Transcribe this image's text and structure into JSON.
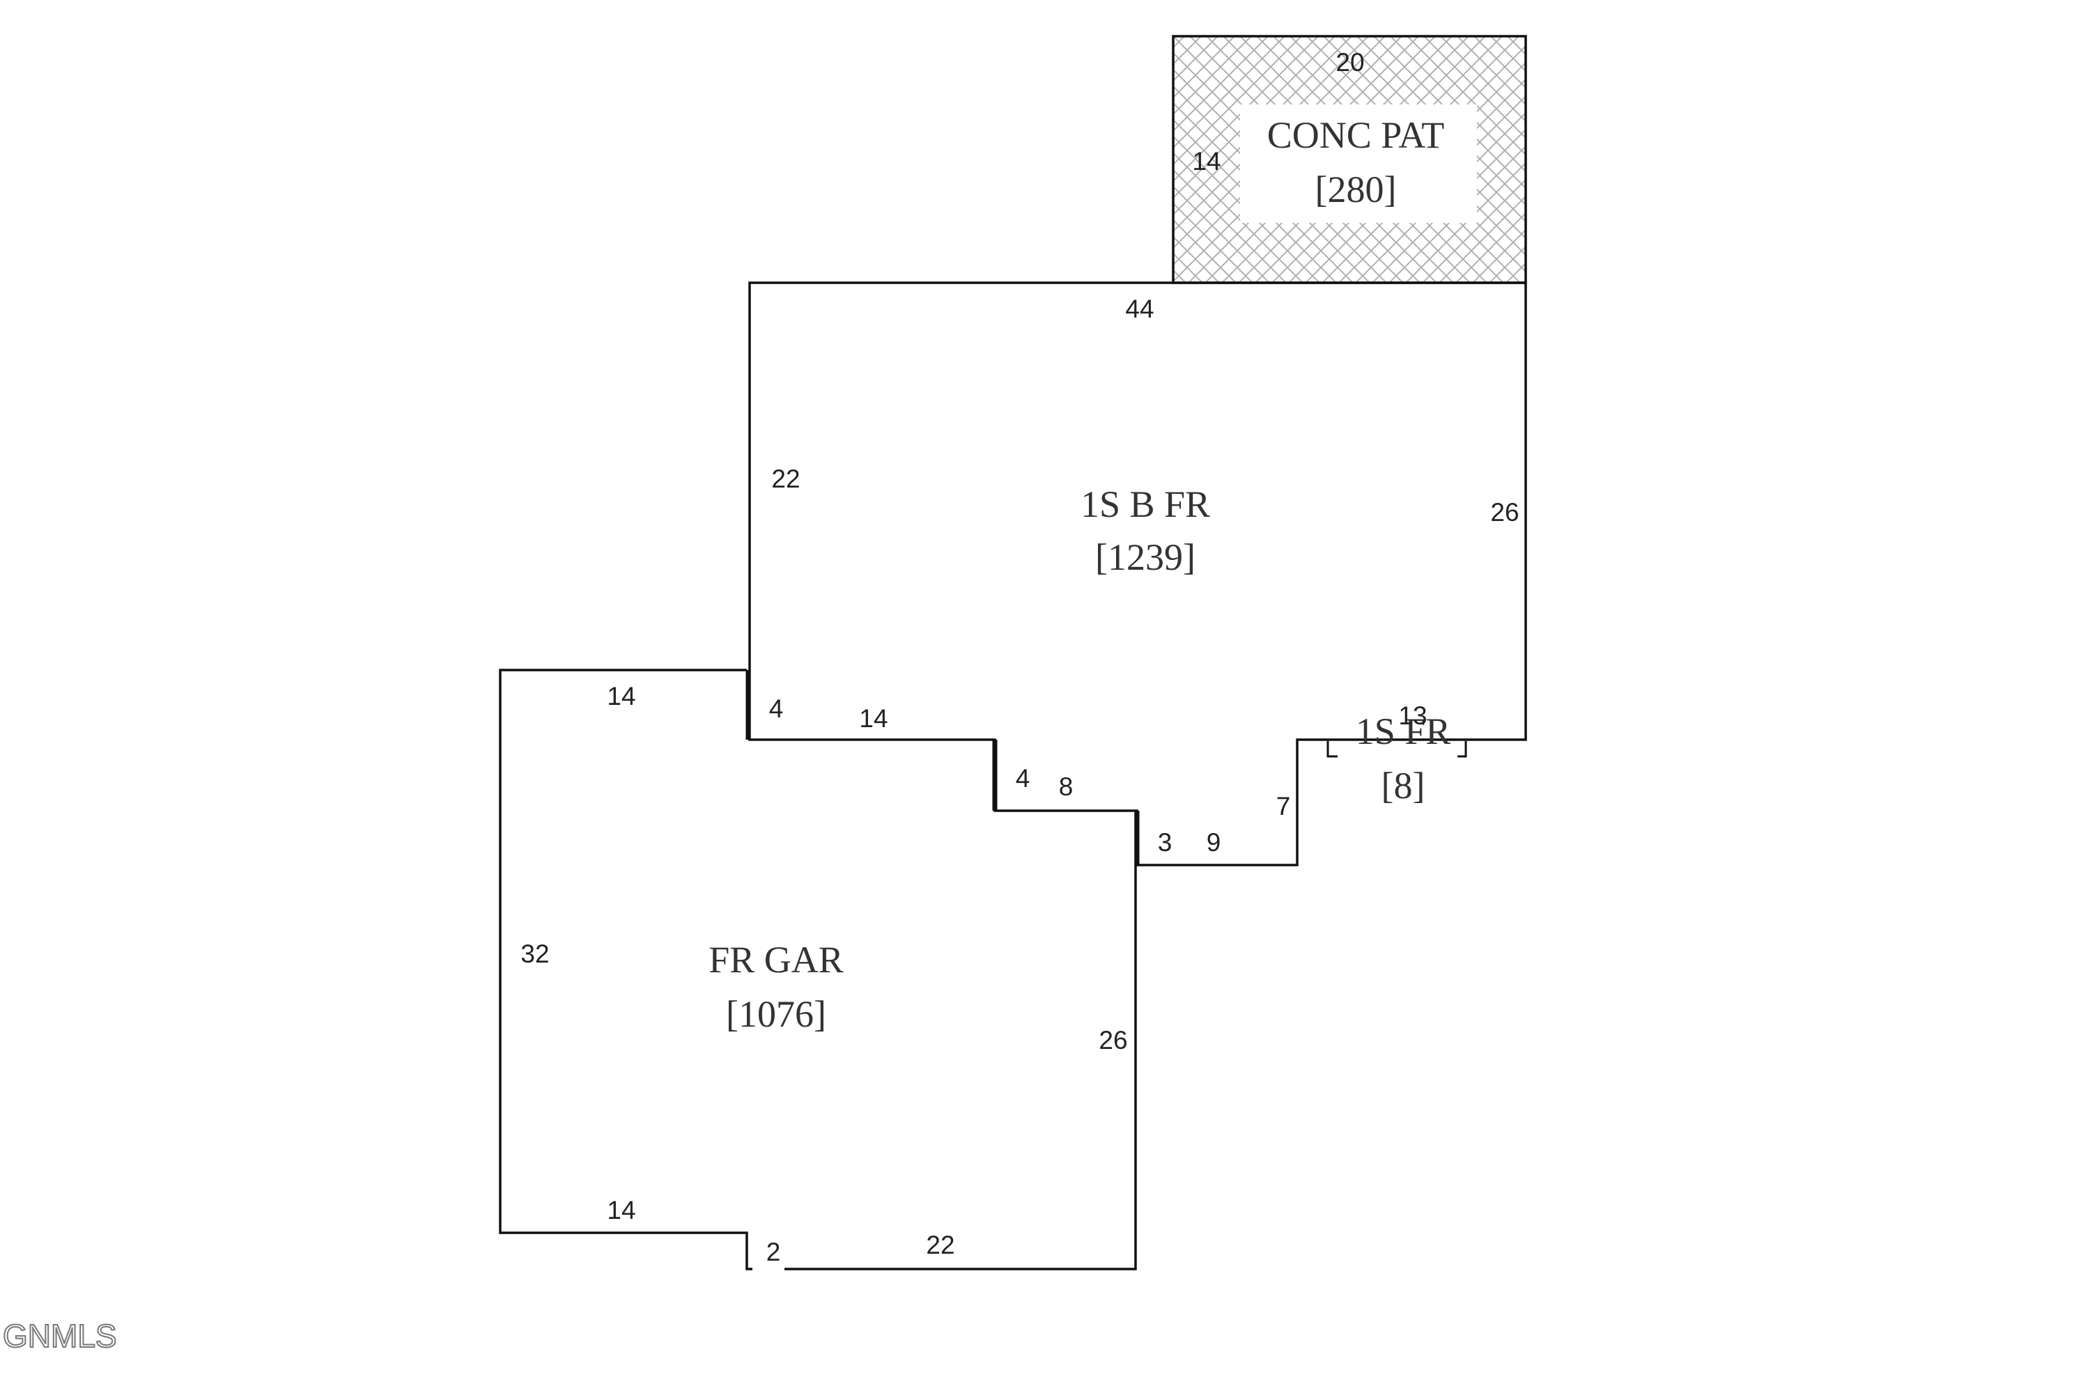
{
  "rooms": {
    "patio": {
      "name": "CONC PAT",
      "area": "[280]"
    },
    "main": {
      "name": "1S B FR",
      "area": "[1239]"
    },
    "small": {
      "name": "1S FR",
      "area": "[8]"
    },
    "garage": {
      "name": "FR GAR",
      "area": "[1076]"
    }
  },
  "dimensions": {
    "patio_top": "20",
    "patio_left": "14",
    "main_top": "44",
    "main_left": "22",
    "main_right": "26",
    "main_step_left": "4",
    "main_bottom_a": "14",
    "main_step_mid_a": "4",
    "main_bottom_b": "8",
    "main_step_mid_b": "3",
    "main_bottom_c": "9",
    "main_step_right": "7",
    "small_top": "13",
    "garage_top": "14",
    "garage_left": "32",
    "garage_right": "26",
    "garage_bottom_left": "14",
    "garage_step": "2",
    "garage_bottom_right": "22"
  },
  "colors": {
    "wall": "#111111",
    "hatch": "#b0b0b0"
  },
  "watermark": "GNMLS"
}
